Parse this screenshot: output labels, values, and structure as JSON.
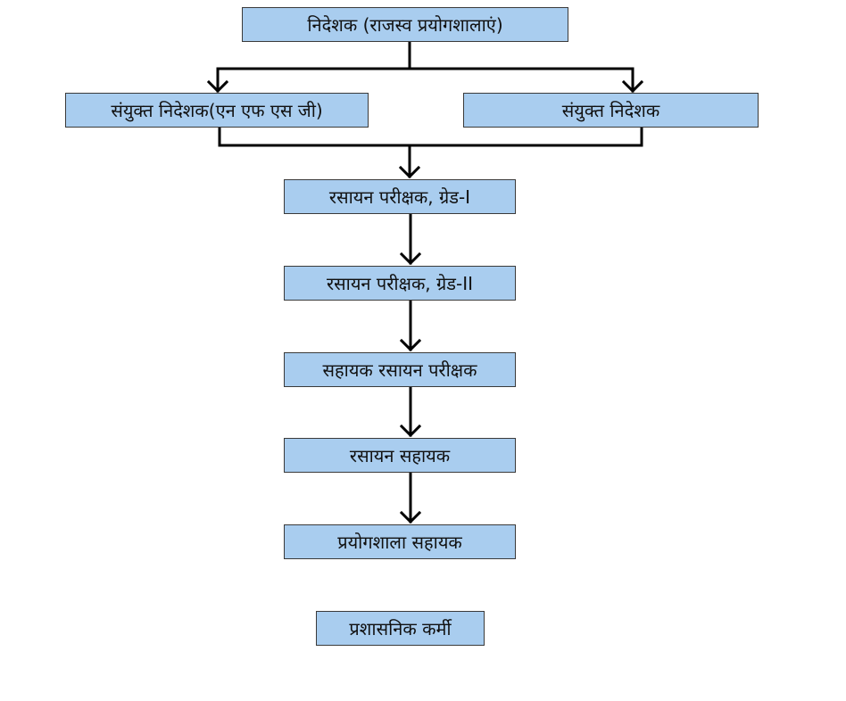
{
  "colors": {
    "box_fill": "#a9cdef",
    "box_border": "#3a3a3a",
    "connector": "#000000",
    "text": "#111111"
  },
  "nodes": {
    "director": "निदेशक (राजस्व प्रयोगशालाएं)",
    "joint_director_nfsg": "संयुक्त निदेशक(एन एफ एस जी)",
    "joint_director": "संयुक्त निदेशक",
    "chemical_examiner_grade_1": "रसायन परीक्षक, ग्रेड-I",
    "chemical_examiner_grade_2": "रसायन परीक्षक, ग्रेड-II",
    "assistant_chemical_examiner": "सहायक रसायन परीक्षक",
    "chemical_assistant": "रसायन सहायक",
    "laboratory_assistant": "प्रयोगशाला सहायक",
    "administrative_staff": "प्रशासनिक कर्मी"
  }
}
